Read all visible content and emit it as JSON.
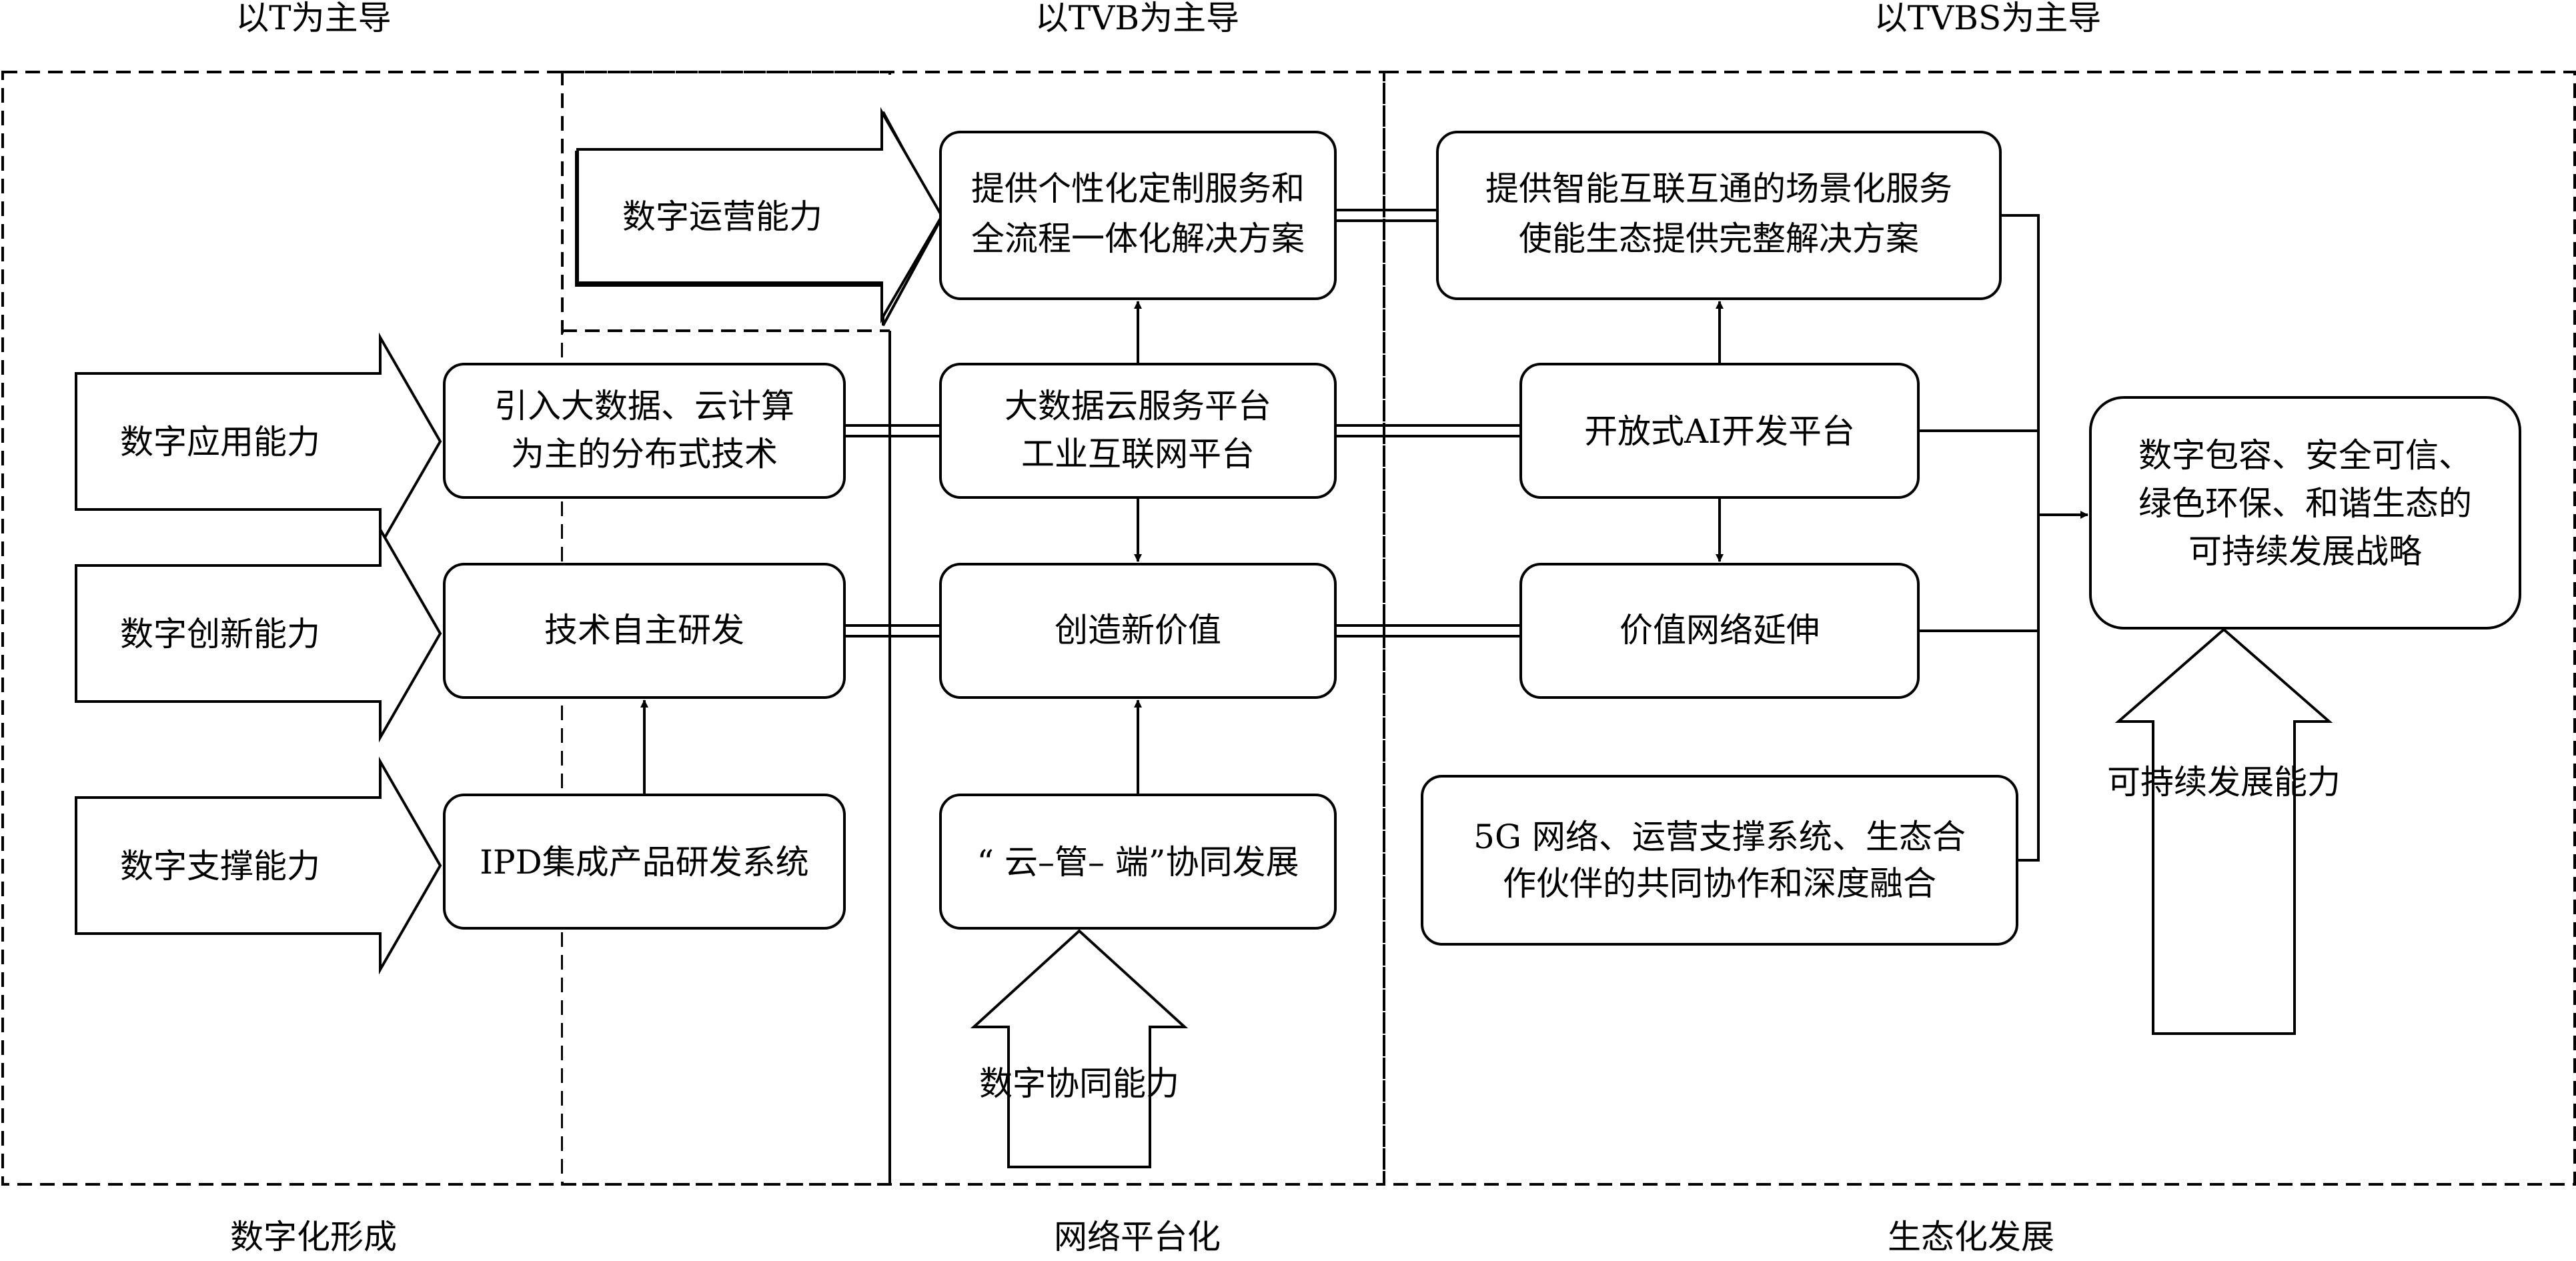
{
  "headers": {
    "left": "以T为主导",
    "middle": "以TVB为主导",
    "right": "以TVBS为主导"
  },
  "footers": {
    "left": "数字化形成",
    "middle": "网络平台化",
    "right": "生态化发展"
  },
  "capabilities": {
    "operation": "数字运营能力",
    "application": "数字应用能力",
    "innovation": "数字创新能力",
    "support": "数字支撑能力",
    "collaboration": "数字协同能力",
    "sustainable": "可持续发展能力"
  },
  "boxes": {
    "personalized": [
      "提供个性化定制服务和",
      "全流程一体化解决方案"
    ],
    "bigdata_tech": [
      "引入大数据、云计算",
      "为主的分布式技术"
    ],
    "independent_rd": [
      "技术自主研发"
    ],
    "ipd": [
      "IPD集成产品研发系统"
    ],
    "bigdata_platform": [
      "大数据云服务平台",
      "工业互联网平台"
    ],
    "new_value": [
      "创造新价值"
    ],
    "cloud_pipe_end": [
      "“ 云–管– 端”协同发展"
    ],
    "smart_iot": [
      "提供智能互联互通的场景化服务",
      "使能生态提供完整解决方案"
    ],
    "ai_platform": [
      "开放式AI开发平台"
    ],
    "value_network": [
      "价值网络延伸"
    ],
    "ecosystem_5g": [
      "5G 网络、运营支撑系统、生态合",
      "作伙伴的共同协作和深度融合"
    ],
    "strategy": [
      "数字包容、安全可信、",
      "绿色环保、和谐生态的",
      "可持续发展战略"
    ]
  }
}
